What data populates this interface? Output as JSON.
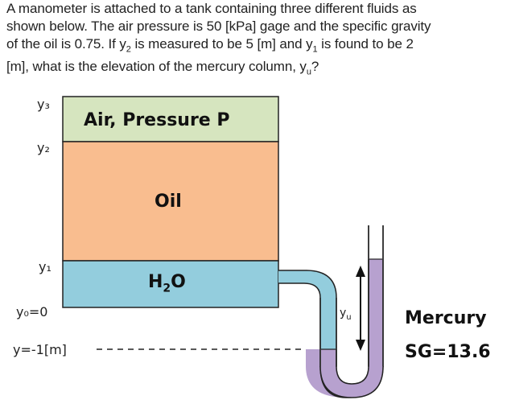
{
  "question": {
    "line1": "A manometer is attached to a tank containing three different fluids as",
    "line2": "shown below. The air pressure is 50 [kPa] gage and the specific gravity",
    "line3_a": "of the oil is 0.75. If y",
    "line3_sub2": "2",
    "line3_b": " is measured to be 5 [m] and y",
    "line3_sub1": "1",
    "line3_c": " is found to be 2",
    "line4_a": "[m], what is the elevation of the mercury column, y",
    "line4_subu": "u",
    "line4_b": "?"
  },
  "diagram": {
    "y3": "y₃",
    "y2": "y₂",
    "y1": "y₁",
    "y0": "y₀=0",
    "yneg": "y=-1[m]",
    "air_label": "Air, Pressure  P",
    "oil_label": "Oil",
    "water_label_main": "H",
    "water_label_sub": "2",
    "water_label_end": "O",
    "yu_label": "y",
    "yu_sub": "u",
    "mercury_label": "Mercury",
    "sg_label": "SG=13.6"
  },
  "colors": {
    "air": "#d6e5bf",
    "oil": "#f9bd8f",
    "water": "#93cddd",
    "mercury": "#b7a1cf",
    "outline": "#222222"
  }
}
